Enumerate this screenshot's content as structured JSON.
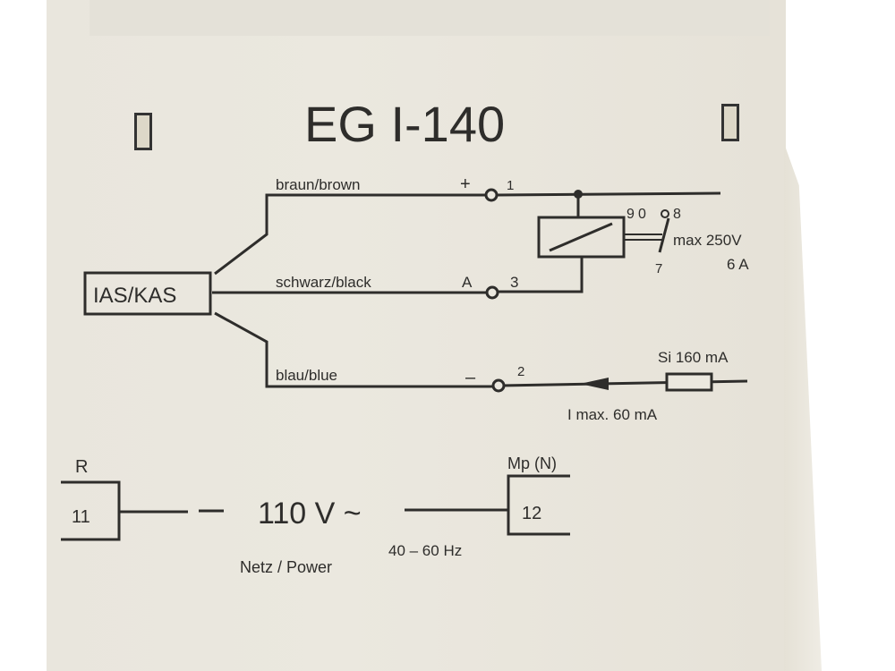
{
  "title": "EG I-140",
  "wires": {
    "brown": "braun/brown",
    "black": "schwarz/black",
    "blue": "blau/blue"
  },
  "sensor_box": "IAS/KAS",
  "terminals": {
    "t1_sign": "+",
    "t1_num": "1",
    "t3_sign": "A",
    "t3_num": "3",
    "t2_sign": "–",
    "t2_num": "2"
  },
  "relay": {
    "c9": "9",
    "c0": "0",
    "c8": "8",
    "c7": "7",
    "rating_v": "max 250V",
    "rating_a": "6 A"
  },
  "fuse": {
    "label": "Si 160 mA",
    "current": "I max. 60 mA"
  },
  "power": {
    "r_label": "R",
    "t11": "11",
    "mp_label": "Mp (N)",
    "t12": "12",
    "voltage": "110 V ~",
    "netz": "Netz / Power",
    "freq": "40 – 60 Hz"
  }
}
